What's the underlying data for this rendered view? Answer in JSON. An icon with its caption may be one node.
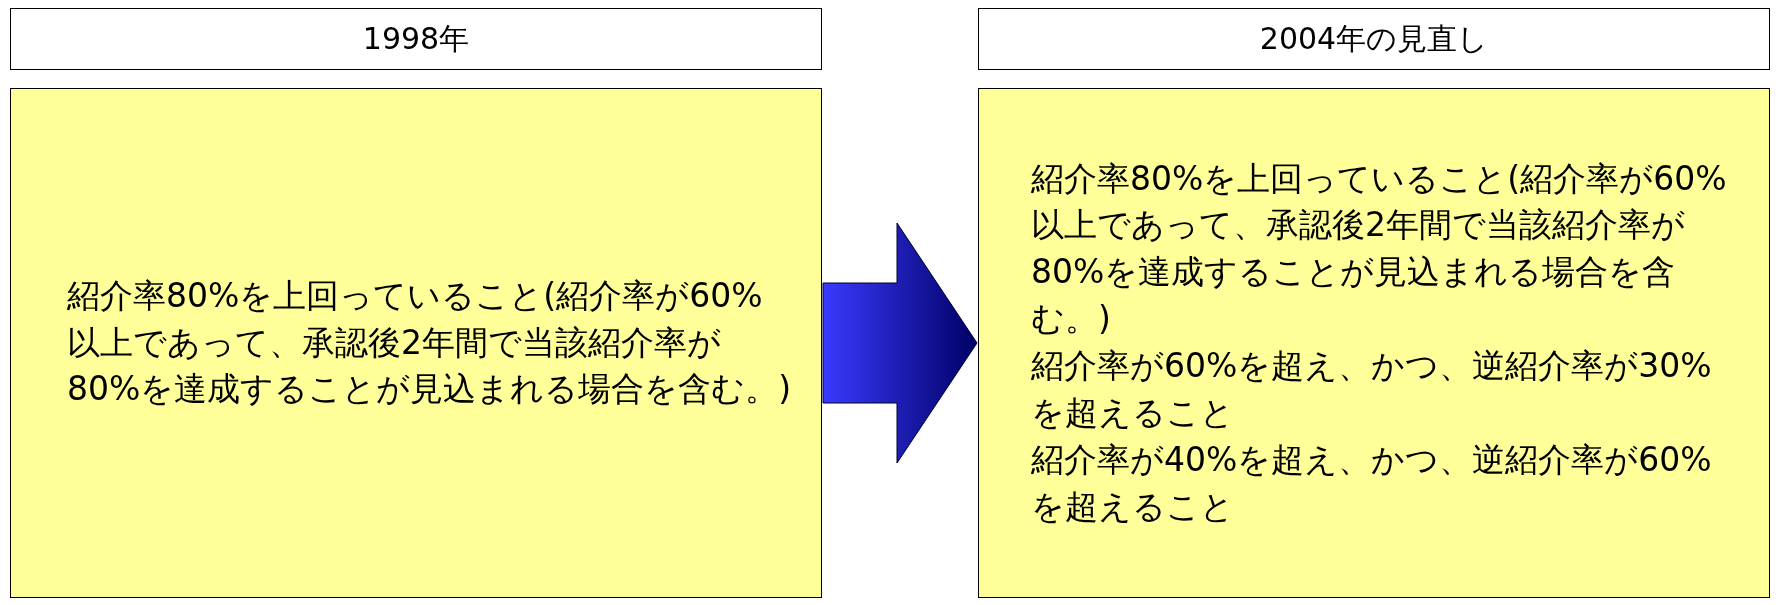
{
  "diagram": {
    "nodes": [
      {
        "text": [
          "1998年"
        ]
      },
      {
        "text": [
          "紹介率80%を上回っていること(紹介率が60%以上であって、承認後2年間で当該紹介率が80%を達成することが見込まれる場合を含む。)"
        ]
      },
      {
        "text": [
          "2004年の見直し"
        ]
      },
      {
        "text": [
          "紹介率80%を上回っていること(紹介率が60%以上であって、承認後2年間で当該紹介率が80%を達成することが見込まれる場合を含む。)",
          "紹介率が60%を超え、かつ、逆紹介率が30%を超えること",
          "紹介率が40%を超え、かつ、逆紹介率が60%を超えること"
        ]
      }
    ],
    "edges": [
      {
        "from": 1,
        "to": 3,
        "arrow": "to"
      }
    ]
  }
}
